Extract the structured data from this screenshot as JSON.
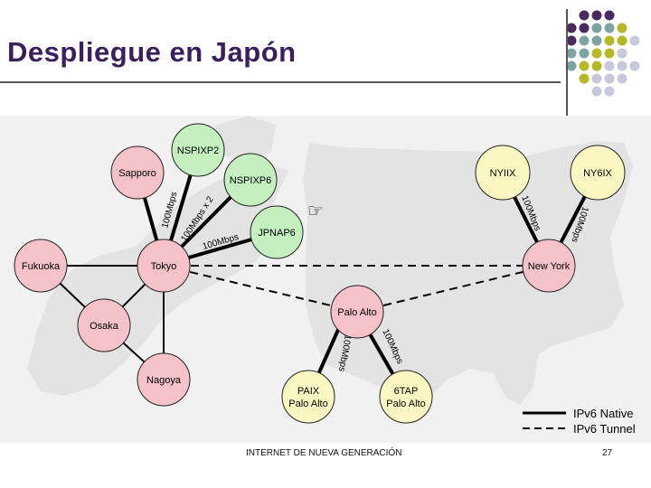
{
  "slide": {
    "title": "Despliegue en Japón",
    "footer_text": "INTERNET DE NUEVA GENERACIÓN",
    "page_number": "27",
    "pointer_glyph": "☞"
  },
  "nodes": {
    "nspixp2": "NSPIXP2",
    "sapporo": "Sapporo",
    "nspixp6": "NSPIXP6",
    "jpnap6": "JPNAP6",
    "fukuoka": "Fukuoka",
    "tokyo": "Tokyo",
    "osaka": "Osaka",
    "nagoya": "Nagoya",
    "palo_alto": "Palo Alto",
    "paix_1": "PAIX",
    "paix_2": "Palo Alto",
    "sixtap_1": "6TAP",
    "sixtap_2": "Palo Alto",
    "nyiix": "NYIIX",
    "ny6ix": "NY6IX",
    "new_york": "New York"
  },
  "link_labels": {
    "sapporo_tokyo": "100Mbps",
    "nspixp2_tokyo": "100Mbps x 2",
    "nspixp6_tokyo": "100Mbps",
    "paloalto_paix": "100Mbps",
    "paloalto_6tap": "100Mbps",
    "nyiix_newyork": "100Mbps",
    "ny6ix_newyork": "100Mbps"
  },
  "legend": {
    "native": "IPv6 Native",
    "tunnel": "IPv6 Tunnel"
  },
  "colors": {
    "title": "#3b1f5c",
    "pink_node": "#f4c2c8",
    "green_node": "#c4f0c0",
    "yellow_node": "#fbf7c2",
    "map_land": "#e3e3e3",
    "map_background": "#f1f1f1",
    "deco_purple": "#4a2a5e",
    "deco_teal": "#7ea3a3",
    "deco_olive": "#b4b82a",
    "deco_lavender": "#c8c8dc"
  }
}
